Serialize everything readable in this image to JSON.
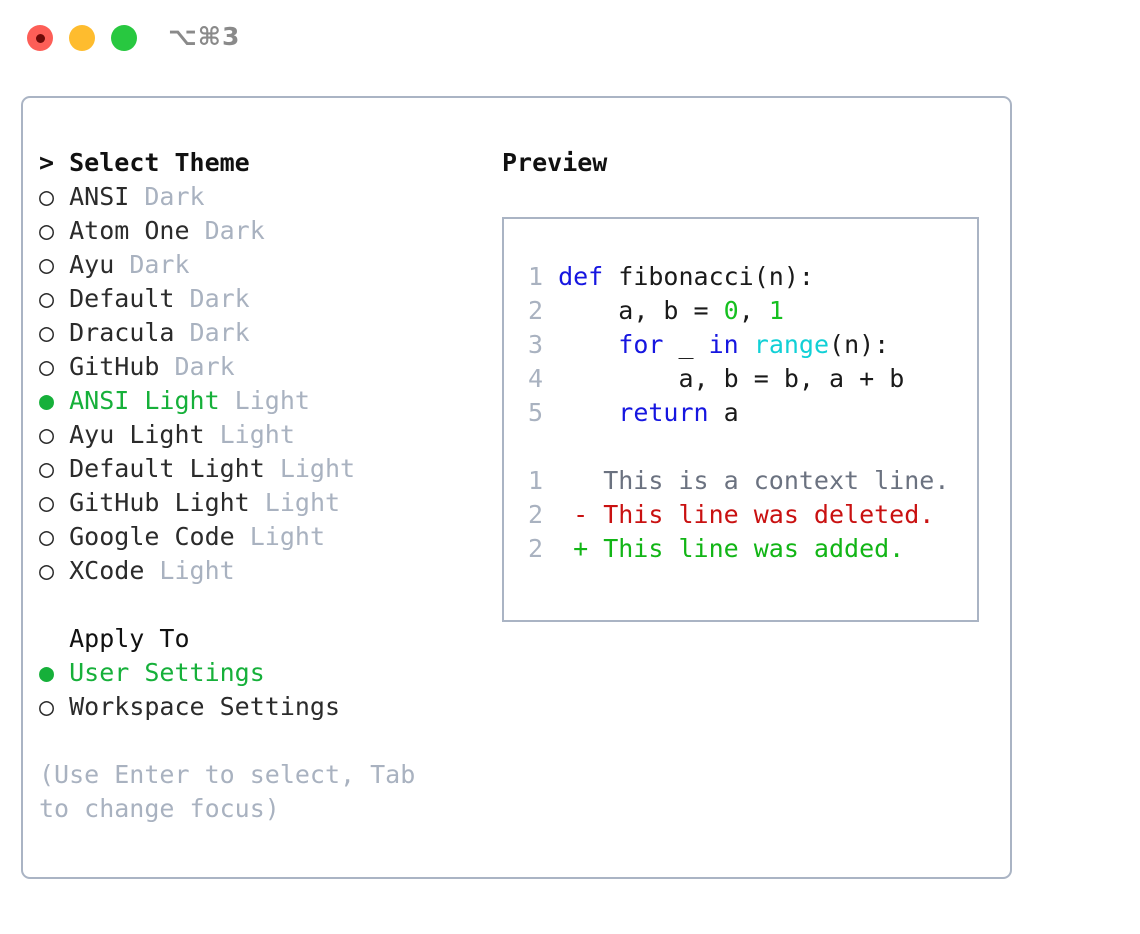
{
  "window": {
    "shortcut_label": "⌥⌘3",
    "traffic_lights": [
      {
        "name": "close",
        "color": "#fd5e57"
      },
      {
        "name": "minimize",
        "color": "#febc2e"
      },
      {
        "name": "zoom",
        "color": "#28c840"
      }
    ]
  },
  "theme_picker": {
    "heading_prefix": "> ",
    "heading": "Select Theme",
    "marker_selected": "●",
    "marker_unselected": "○",
    "items": [
      {
        "label": "ANSI",
        "tag": "Dark",
        "selected": false
      },
      {
        "label": "Atom One",
        "tag": "Dark",
        "selected": false
      },
      {
        "label": "Ayu",
        "tag": "Dark",
        "selected": false
      },
      {
        "label": "Default",
        "tag": "Dark",
        "selected": false
      },
      {
        "label": "Dracula",
        "tag": "Dark",
        "selected": false
      },
      {
        "label": "GitHub",
        "tag": "Dark",
        "selected": false
      },
      {
        "label": "ANSI Light",
        "tag": "Light",
        "selected": true
      },
      {
        "label": "Ayu Light",
        "tag": "Light",
        "selected": false
      },
      {
        "label": "Default Light",
        "tag": "Light",
        "selected": false
      },
      {
        "label": "GitHub Light",
        "tag": "Light",
        "selected": false
      },
      {
        "label": "Google Code",
        "tag": "Light",
        "selected": false
      },
      {
        "label": "XCode",
        "tag": "Light",
        "selected": false
      }
    ]
  },
  "apply_to": {
    "heading": "  Apply To",
    "items": [
      {
        "label": "User Settings",
        "selected": true
      },
      {
        "label": "Workspace Settings",
        "selected": false
      }
    ]
  },
  "hint": "(Use Enter to select, Tab to change focus)",
  "preview": {
    "title": "Preview",
    "code": {
      "lines": [
        {
          "num": "1",
          "tokens": [
            {
              "t": "def",
              "c": "kw"
            },
            {
              "t": " fibonacci(n):",
              "c": "txt"
            }
          ]
        },
        {
          "num": "2",
          "tokens": [
            {
              "t": "    a, b = ",
              "c": "txt"
            },
            {
              "t": "0",
              "c": "num"
            },
            {
              "t": ", ",
              "c": "txt"
            },
            {
              "t": "1",
              "c": "num"
            }
          ]
        },
        {
          "num": "3",
          "tokens": [
            {
              "t": "    ",
              "c": "txt"
            },
            {
              "t": "for",
              "c": "kw"
            },
            {
              "t": " _ ",
              "c": "txt"
            },
            {
              "t": "in",
              "c": "kw"
            },
            {
              "t": " ",
              "c": "txt"
            },
            {
              "t": "range",
              "c": "fn"
            },
            {
              "t": "(n):",
              "c": "txt"
            }
          ]
        },
        {
          "num": "4",
          "tokens": [
            {
              "t": "        a, b = b, a + b",
              "c": "txt"
            }
          ]
        },
        {
          "num": "5",
          "tokens": [
            {
              "t": "    ",
              "c": "txt"
            },
            {
              "t": "return",
              "c": "kw"
            },
            {
              "t": " a",
              "c": "txt"
            }
          ]
        }
      ]
    },
    "diff": {
      "lines": [
        {
          "num": "1",
          "sign": " ",
          "text": " This is a context line.",
          "kind": "ctx"
        },
        {
          "num": "2",
          "sign": "-",
          "text": " This line was deleted.",
          "kind": "del"
        },
        {
          "num": "2",
          "sign": "+",
          "text": " This line was added.",
          "kind": "add"
        }
      ]
    }
  },
  "colors": {
    "accent_green": "#16b03a",
    "muted": "#a9b2c0",
    "border": "#aab4c4",
    "keyword": "#1616e0",
    "function": "#11d0d6",
    "number": "#16c020",
    "diff_add": "#12b516",
    "diff_del": "#c91111",
    "diff_ctx": "#6b7280"
  }
}
